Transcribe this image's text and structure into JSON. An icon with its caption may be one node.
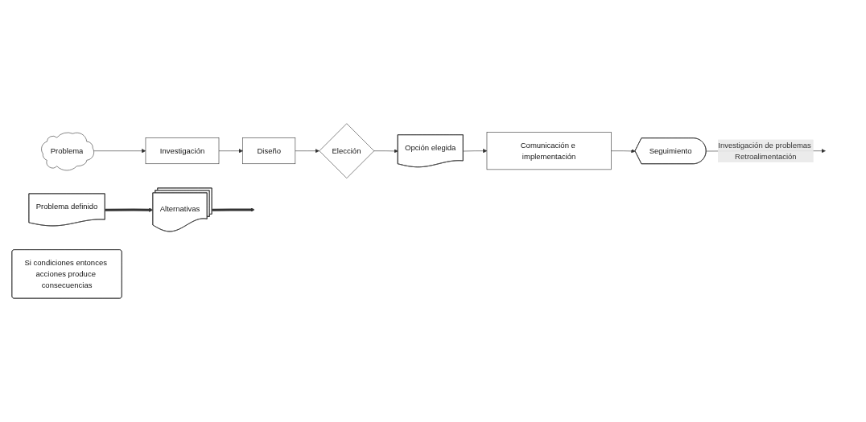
{
  "diagram": {
    "nodes": [
      {
        "text": [
          "Problema"
        ]
      },
      {
        "text": [
          "Investigación"
        ]
      },
      {
        "text": [
          "Diseño"
        ]
      },
      {
        "text": [
          "Elección"
        ]
      },
      {
        "text": [
          "Opción elegida"
        ]
      },
      {
        "text": [
          "Problema definido"
        ]
      },
      {
        "text": [
          "Alternativas"
        ]
      },
      {
        "text": [
          "Si condiciones entonces acciones produce consecuencias"
        ]
      },
      {
        "text": [
          "Comunicación e implementación"
        ]
      },
      {
        "text": [
          "Seguimiento"
        ]
      }
    ],
    "edges": [
      {
        "from": 0,
        "to": 1,
        "arrow": "to"
      },
      {
        "from": 1,
        "to": 2,
        "arrow": "to"
      },
      {
        "from": 2,
        "to": 3,
        "arrow": "to"
      },
      {
        "from": 3,
        "to": 4,
        "arrow": "to"
      },
      {
        "from": 4,
        "to": 8,
        "arrow": "to"
      },
      {
        "from": 8,
        "to": 9,
        "arrow": "to"
      },
      {
        "from": 9,
        "to": null,
        "arrow": "to",
        "label": "Investigación de problemas Retroalimentación"
      },
      {
        "from": 5,
        "to": 6,
        "arrow": "to",
        "style": "thick"
      },
      {
        "from": 6,
        "to": null,
        "arrow": "to",
        "style": "thick"
      }
    ]
  }
}
